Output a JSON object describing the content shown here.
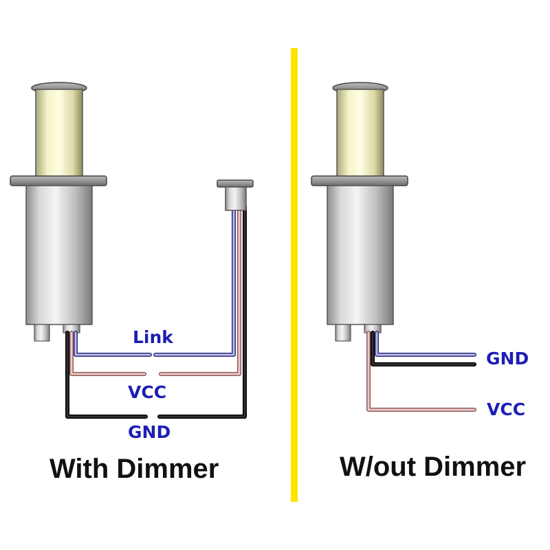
{
  "colors": {
    "divider": "#ffe400",
    "label_text": "#1e1eb4",
    "caption_text": "#111111",
    "wire_link": "#3c3c9c",
    "wire_vcc": "#c98a8a",
    "wire_gnd": "#222222"
  },
  "left_panel": {
    "caption": "With Dimmer",
    "labels": {
      "link": "Link",
      "vcc": "VCC",
      "gnd": "GND"
    }
  },
  "right_panel": {
    "caption": "W/out Dimmer",
    "labels": {
      "gnd": "GND",
      "vcc": "VCC"
    }
  }
}
